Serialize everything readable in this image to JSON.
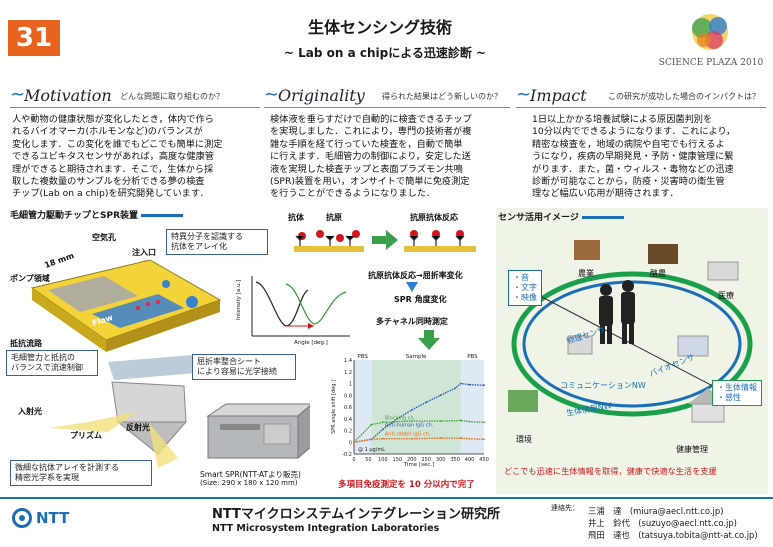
{
  "badge": "31",
  "title": "生体センシング技術",
  "subtitle": "~ Lab on a chipによる迅速診断 ~",
  "logo": {
    "text": "SCIENCE PLAZA 2010"
  },
  "sections": [
    {
      "heading": "Motivation",
      "question": "どんな問題に取り組むのか？",
      "lines": [
        "人や動物の健康状態が変化したとき，体内で作ら",
        "れるバイオマーカ(ホルモンなど)のバランスが",
        "変化します．この変化を誰でもどこでも簡単に測定",
        "できるユビキタスセンサがあれば，高度な健康管",
        "理ができると期待されます．そこで，生体から採",
        "取した複数量のサンプルを分析できる夢の検査",
        "チップ(Lab on a chip)を研究開発しています．"
      ]
    },
    {
      "heading": "Originality",
      "question": "得られた結果はどう新しいのか？",
      "lines": [
        "検体液を垂らすだけで自動的に検査できるチップ",
        "を実現しました．これにより，専門の技術者が複",
        "雑な手順を経て行っていた検査を，自動で簡単",
        "に行えます．毛細管力の制御により，安定した送",
        "液を実現した検査チップと表面プラズモン共鳴",
        "(SPR)装置を用い，オンサイトで簡単に免疫測定",
        "を行うことができるようになりました．"
      ]
    },
    {
      "heading": "Impact",
      "question": "この研究が成功した場合のインパクトは？",
      "lines": [
        "1日以上かかる培養試験による原因菌判別を",
        "10分以内でできるようになります．これにより，",
        "精密な検査を，地域の病院や自宅でも行えるよ",
        "うになり，疾病の早期発見・予防・健康管理に繋",
        "がります．また，菌・ウィルス・毒物などの迅速",
        "診断が可能なことから，防疫・災害時の衛生管",
        "理など幅広い応用が期待されます．"
      ]
    }
  ],
  "chip_panel": {
    "heading": "毛細管力駆動チップとSPR装置",
    "labels": {
      "air_hole": "空気孔",
      "inlet": "注入口",
      "size": "18 mm",
      "pump": "ポンプ領域",
      "resistor": "抵抗流路",
      "flow": "Flow",
      "incident": "入射光",
      "prism": "プリズム",
      "reflected": "反射光"
    },
    "callouts": {
      "antibody_array": "特異分子を認識する\n抗体をアレイ化",
      "capillary_balance": "毛細管力と抵抗の\nバランスで流速制御",
      "index_sheet": "屈折率整合シート\nにより容易に光学接続",
      "optics": "微細な抗体アレイを計測する\n精密光学系を実現"
    },
    "device_caption_1": "Smart SPR(NTT-ATより販売)",
    "device_caption_2": "(Size: 290 x 180 x 120 mm)"
  },
  "mid_panel": {
    "antibody": "抗体",
    "antigen": "抗原",
    "reaction": "抗原抗体反応",
    "flow1": "抗原抗体反応→屈折率変化",
    "flow2": "SPR 角度変化",
    "flow3": "多チャネル同時測定",
    "spr_ylabel": "Intensity [a.u.]",
    "spr_xlabel": "Angle [deg.]",
    "result": "多項目免疫測定を 10 分以内で完了"
  },
  "chart_data": {
    "type": "line",
    "title": "",
    "xlabel": "Time [sec.]",
    "ylabel": "SPR angle shift [deg.]",
    "xlim": [
      0,
      450
    ],
    "ylim": [
      -0.2,
      1.4
    ],
    "x_ticks": [
      0,
      50,
      100,
      150,
      200,
      250,
      300,
      350,
      400,
      450
    ],
    "y_ticks": [
      -0.2,
      0,
      0.2,
      0.4,
      0.6,
      0.8,
      1.0,
      1.2,
      1.4
    ],
    "phases": [
      {
        "label": "PBS",
        "from": 0,
        "to": 60
      },
      {
        "label": "Sample",
        "from": 60,
        "to": 370
      },
      {
        "label": "PBS",
        "from": 370,
        "to": 450
      }
    ],
    "annotation": "@ 1 μg/mL",
    "series": [
      {
        "name": "Anti-human IgG ch.",
        "color": "#2d5fb8",
        "x": [
          0,
          60,
          100,
          150,
          200,
          250,
          300,
          350,
          370,
          400,
          450
        ],
        "y": [
          0,
          0.05,
          0.22,
          0.4,
          0.55,
          0.68,
          0.8,
          0.92,
          1.0,
          0.98,
          0.97
        ]
      },
      {
        "name": "Blocking ch.",
        "color": "#4aa040",
        "x": [
          0,
          60,
          100,
          200,
          300,
          370,
          400,
          450
        ],
        "y": [
          0,
          0.3,
          0.34,
          0.36,
          0.36,
          0.37,
          0.35,
          0.34
        ]
      },
      {
        "name": "Anti-rabbit IgG ch.",
        "color": "#e07020",
        "x": [
          0,
          60,
          100,
          200,
          300,
          370,
          400,
          450
        ],
        "y": [
          0,
          0.05,
          0.06,
          0.06,
          0.07,
          0.07,
          0.06,
          0.05
        ]
      }
    ]
  },
  "usage_panel": {
    "heading": "センサ活用イメージ",
    "agriculture": "農業",
    "livestock": "酪農",
    "medical": "医療",
    "io_items": [
      "・音",
      "・文字",
      "・映像"
    ],
    "physical_sensor": "物理センサ",
    "bio_sensor": "バイオセンサ",
    "comm": "コミュニケーションNW",
    "bio_nw": "生体情報NW",
    "bio_items": [
      "・生体情報",
      "・感性"
    ],
    "environment": "環境",
    "health": "健康管理",
    "caption": "どこでも迅速に生体情報を取得，健康で快適な生活を支援"
  },
  "footer": {
    "company": "NTT",
    "lab_ja": "NTTマイクロシステムインテグレーション研究所",
    "lab_en": "NTT Microsystem Integration Laboratories",
    "contact_label": "連絡先：",
    "contacts": [
      "三浦　達　(miura@aecl.ntt.co.jp)",
      "井上　鈴代　(suzuyo@aecl.ntt.co.jp)",
      "飛田　達也　(tatsuya.tobita@ntt-at.co.jp)"
    ]
  }
}
